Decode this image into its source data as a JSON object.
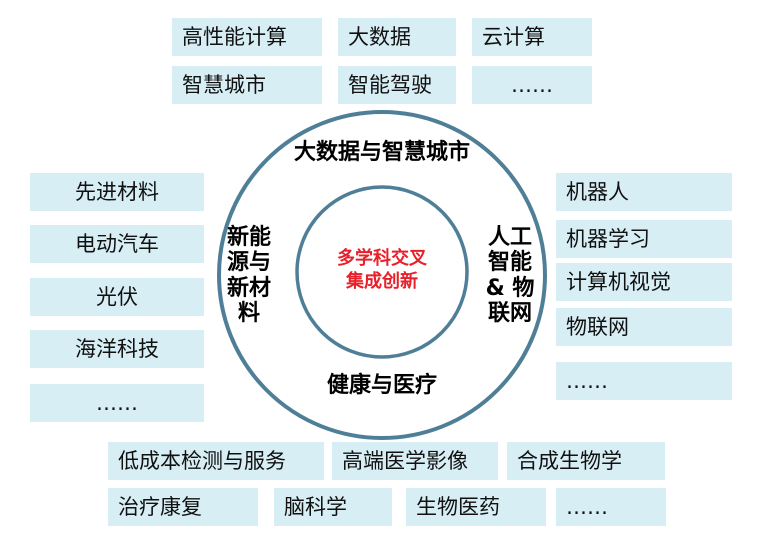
{
  "top_items": [
    "高性能计算",
    "大数据",
    "云计算",
    "智慧城市",
    "智能驾驶",
    "……"
  ],
  "left_items": [
    "先进材料",
    "电动汽车",
    "光伏",
    "海洋科技",
    "……"
  ],
  "right_items": [
    "机器人",
    "机器学习",
    "计算机视觉",
    "物联网",
    "……"
  ],
  "bottom_items": [
    "低成本检测与服务",
    "高端医学影像",
    "合成生物学",
    "治疗康复",
    "脑科学",
    "生物医药",
    "……"
  ],
  "ring": {
    "top": "大数据与智慧城市",
    "left": "新能\n源与\n新材\n料",
    "right": "人工\n智能\n& 物\n联网",
    "bottom": "健康与医疗"
  },
  "core": "多学科交叉\n集成创新",
  "colors": {
    "box_fill": "#d8eef5",
    "ring_stroke": "#4f7f97",
    "core_text": "#e8202a"
  }
}
